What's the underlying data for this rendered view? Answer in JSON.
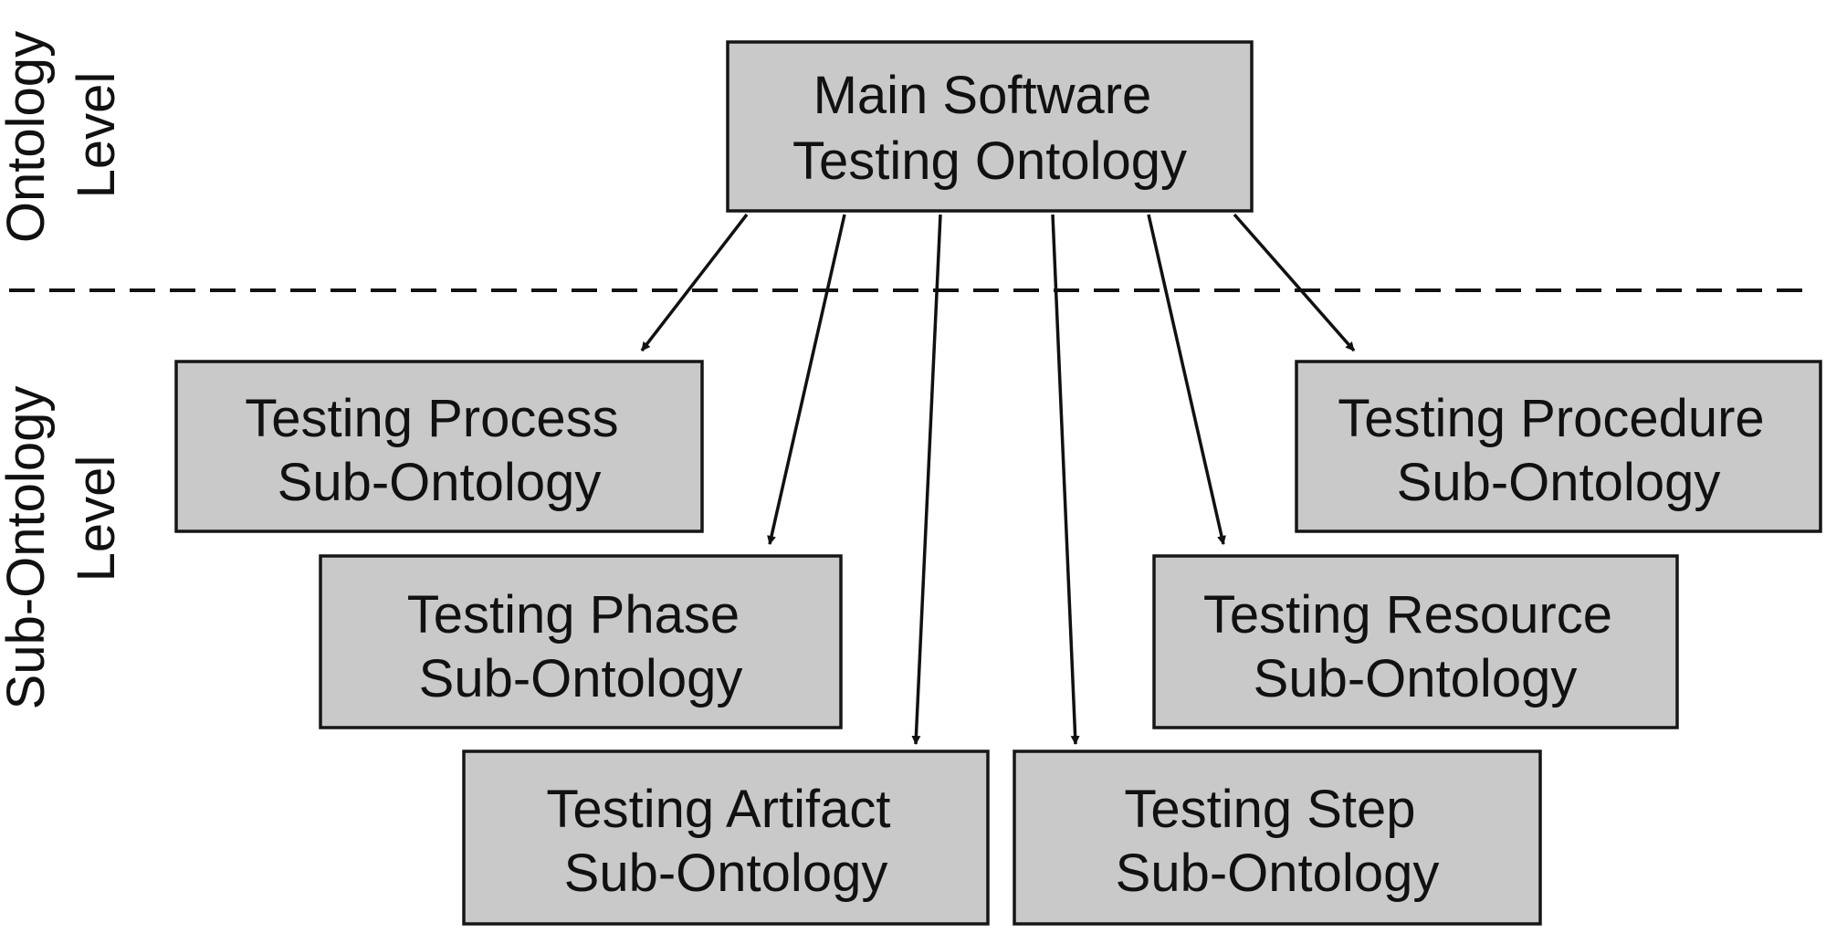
{
  "level_labels": {
    "top": [
      "Ontology",
      "Level"
    ],
    "bottom": [
      "Sub-Ontology",
      "Level"
    ]
  },
  "nodes": {
    "main": [
      "Main Software",
      "Testing Ontology"
    ],
    "process": [
      "Testing Process",
      "Sub-Ontology"
    ],
    "phase": [
      "Testing Phase",
      "Sub-Ontology"
    ],
    "artifact": [
      "Testing Artifact",
      "Sub-Ontology"
    ],
    "step": [
      "Testing Step",
      "Sub-Ontology"
    ],
    "resource": [
      "Testing Resource",
      "Sub-Ontology"
    ],
    "procedure": [
      "Testing Procedure",
      "Sub-Ontology"
    ]
  },
  "colors": {
    "box_fill": "#c9c9c9",
    "stroke": "#161616"
  }
}
